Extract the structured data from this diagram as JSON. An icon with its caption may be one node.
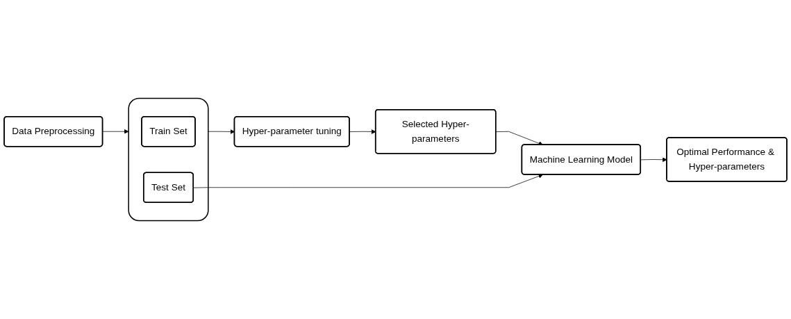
{
  "diagram": {
    "nodes": [
      {
        "text": [],
        "shape": "box"
      },
      {
        "text": [
          "Train Set"
        ],
        "in": 0
      },
      {
        "text": [
          "Test Set"
        ],
        "in": 0
      },
      {
        "text": [
          "Hyper-parameter tuning"
        ]
      },
      {
        "text": [
          "Selected Hyper-parameters"
        ]
      },
      {
        "text": [
          "Machine Learning Model"
        ]
      },
      {
        "text": [
          "Data Preprocessing"
        ]
      },
      {
        "text": [
          "Optimal Performance & Hyper-parameters"
        ]
      }
    ],
    "edges": [
      {
        "from": 6,
        "to": 0,
        "arrow": "to"
      },
      {
        "from": 0,
        "to": 3,
        "arrow": "to"
      },
      {
        "from": 3,
        "to": 4,
        "arrow": "to"
      },
      {
        "from": 4,
        "to": 5,
        "arrow": "to"
      },
      {
        "from": 2,
        "to": 5,
        "arrow": "to"
      },
      {
        "from": 5,
        "to": 7,
        "arrow": "to"
      }
    ]
  }
}
